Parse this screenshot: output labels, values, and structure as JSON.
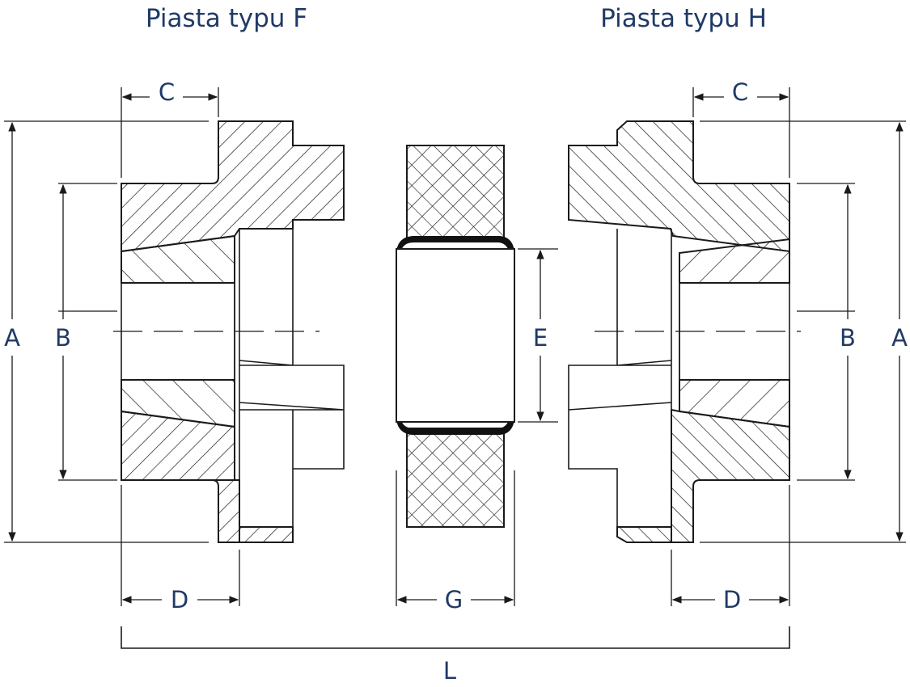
{
  "titles": {
    "left": "Piasta typu F",
    "right": "Piasta typu H"
  },
  "dimensions": {
    "A": "A",
    "B": "B",
    "C": "C",
    "D": "D",
    "E": "E",
    "G": "G",
    "L": "L"
  },
  "colors": {
    "label": "#1f3a68",
    "line": "#1a1a1a",
    "background": "#ffffff"
  }
}
